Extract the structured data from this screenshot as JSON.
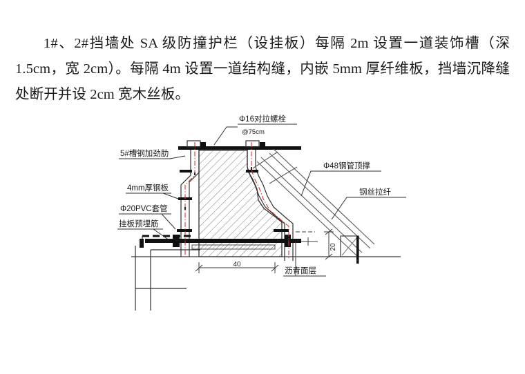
{
  "document": {
    "paragraph": "1#、2#挡墙处 SA 级防撞护栏（设挂板）每隔 2m 设置一道装饰槽（深 1.5cm，宽 2cm）。每隔 4m 设置一道结构缝，内嵌 5mm 厚纤维板，挡墙沉降缝处断开并设 2cm 宽木丝板。"
  },
  "drawing": {
    "labels": {
      "tie_bolt": "Φ16对拉螺栓",
      "tie_bolt_spacing": "@75cm",
      "channel_stiffener": "5#槽钢加劲肋",
      "steel_plate": "4mm厚钢板",
      "pvc_sleeve": "Φ20PVC套管",
      "embedded_bar": "挂板预埋筋",
      "steel_pipe_brace": "Φ48钢管顶撑",
      "wire_rope": "钢丝拉纤",
      "asphalt_layer": "沥青面层"
    },
    "dimensions": {
      "base_width": "40",
      "brace_height": "20"
    },
    "colors": {
      "line": "#3a3a3a",
      "heavy_line": "#111111",
      "centerline_red": "#e8302a",
      "hatch": "#555555",
      "text": "#1a1a1a"
    }
  }
}
